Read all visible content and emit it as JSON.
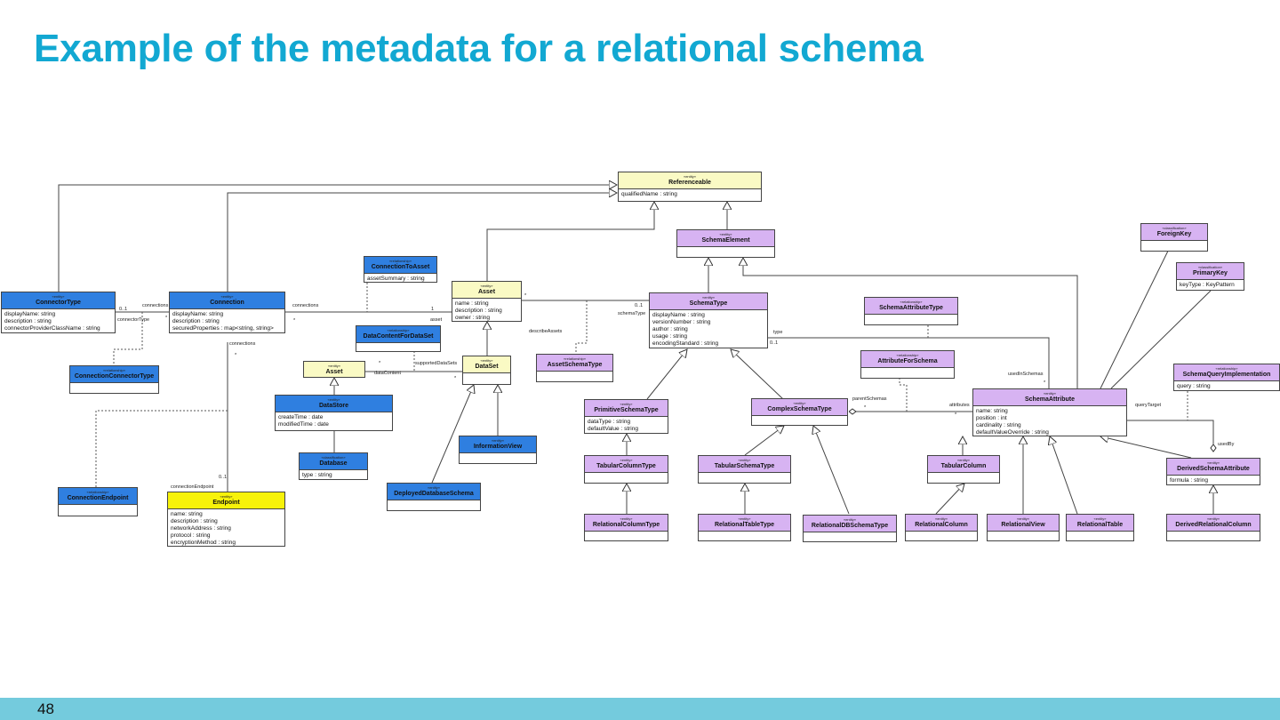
{
  "slide": {
    "title": "Example of the metadata for a relational schema",
    "page_number": "48"
  },
  "boxes": {
    "referenceable": {
      "stereo": "«entity»",
      "name": "Referenceable",
      "attrs": [
        "qualifiedName : string"
      ]
    },
    "schemaElement": {
      "stereo": "«entity»",
      "name": "SchemaElement",
      "attrs": []
    },
    "foreignKey": {
      "stereo": "«classification»",
      "name": "ForeignKey",
      "attrs": []
    },
    "primaryKey": {
      "stereo": "«classification»",
      "name": "PrimaryKey",
      "attrs": [
        "keyType : KeyPattern"
      ]
    },
    "connectionToAsset": {
      "stereo": "«relationship»",
      "name": "ConnectionToAsset",
      "attrs": [
        "assetSummary : string"
      ]
    },
    "connectorType": {
      "stereo": "«entity»",
      "name": "ConnectorType",
      "attrs": [
        "displayName: string",
        "description : string",
        "connectorProviderClassName : string"
      ]
    },
    "connection": {
      "stereo": "«entity»",
      "name": "Connection",
      "attrs": [
        "displayName: string",
        "description : string",
        "securedProperties : map<string, string>"
      ]
    },
    "asset1": {
      "stereo": "«entity»",
      "name": "Asset",
      "attrs": [
        "name : string",
        "description : string",
        "owner : string"
      ]
    },
    "schemaType": {
      "stereo": "«entity»",
      "name": "SchemaType",
      "attrs": [
        "displayName : string",
        "versionNumber : string",
        "author : string",
        "usage : string",
        "encodingStandard : string"
      ]
    },
    "schemaAttributeType": {
      "stereo": "«relationship»",
      "name": "SchemaAttributeType",
      "attrs": []
    },
    "dataContentForDataSet": {
      "stereo": "«relationship»",
      "name": "DataContentForDataSet",
      "attrs": []
    },
    "attributeForSchema": {
      "stereo": "«relationship»",
      "name": "AttributeForSchema",
      "attrs": []
    },
    "schemaQueryImplementation": {
      "stereo": "«relationship»",
      "name": "SchemaQueryImplementation",
      "attrs": [
        "query : string"
      ]
    },
    "connectionConnectorType": {
      "stereo": "«relationship»",
      "name": "ConnectionConnectorType",
      "attrs": []
    },
    "asset2": {
      "stereo": "«entity»",
      "name": "Asset",
      "attrs": []
    },
    "dataSet": {
      "stereo": "«entity»",
      "name": "DataSet",
      "attrs": []
    },
    "assetSchemaType": {
      "stereo": "«relationship»",
      "name": "AssetSchemaType",
      "attrs": []
    },
    "schemaAttribute": {
      "stereo": "«entity»",
      "name": "SchemaAttribute",
      "attrs": [
        "name: string",
        "position : int",
        "cardinality : string",
        "defaultValueOverride : string"
      ]
    },
    "dataStore": {
      "stereo": "«entity»",
      "name": "DataStore",
      "attrs": [
        "createTime : date",
        "modifiedTime : date"
      ]
    },
    "primitiveSchemaType": {
      "stereo": "«entity»",
      "name": "PrimitiveSchemaType",
      "attrs": [
        "dataType : string",
        "defaultValue : string"
      ]
    },
    "complexSchemaType": {
      "stereo": "«entity»",
      "name": "ComplexSchemaType",
      "attrs": []
    },
    "informationView": {
      "stereo": "«entity»",
      "name": "InformationView",
      "attrs": []
    },
    "database": {
      "stereo": "«classification»",
      "name": "Database",
      "attrs": [
        "type : string"
      ]
    },
    "tabularColumnType": {
      "stereo": "«entity»",
      "name": "TabularColumnType",
      "attrs": []
    },
    "tabularSchemaType": {
      "stereo": "«entity»",
      "name": "TabularSchemaType",
      "attrs": []
    },
    "tabularColumn": {
      "stereo": "«entity»",
      "name": "TabularColumn",
      "attrs": []
    },
    "derivedSchemaAttribute": {
      "stereo": "«entity»",
      "name": "DerivedSchemaAttribute",
      "attrs": [
        "formula : string"
      ]
    },
    "deployedDatabaseSchema": {
      "stereo": "«entity»",
      "name": "DeployedDatabaseSchema",
      "attrs": []
    },
    "connectionEndpoint": {
      "stereo": "«relationship»",
      "name": "ConnectionEndpoint",
      "attrs": []
    },
    "endpoint": {
      "stereo": "«entity»",
      "name": "Endpoint",
      "attrs": [
        "name: string",
        "description : string",
        "networkAddress : string",
        "protocol : string",
        "encryptionMethod : string"
      ]
    },
    "relationalColumnType": {
      "stereo": "«entity»",
      "name": "RelationalColumnType",
      "attrs": []
    },
    "relationalTableType": {
      "stereo": "«entity»",
      "name": "RelationalTableType",
      "attrs": []
    },
    "relationalDBSchemaType": {
      "stereo": "«entity»",
      "name": "RelationalDBSchemaType",
      "attrs": []
    },
    "relationalColumn": {
      "stereo": "«entity»",
      "name": "RelationalColumn",
      "attrs": []
    },
    "relationalView": {
      "stereo": "«entity»",
      "name": "RelationalView",
      "attrs": []
    },
    "relationalTable": {
      "stereo": "«entity»",
      "name": "RelationalTable",
      "attrs": []
    },
    "derivedRelationalColumn": {
      "stereo": "«entity»",
      "name": "DerivedRelationalColumn",
      "attrs": []
    }
  },
  "labels": {
    "connections1": "connections",
    "connections2": "connections",
    "connections3": "connections",
    "connectorType": "connectorType",
    "asset": "asset",
    "zeroOne1": "0..1",
    "zeroOne2": "0..1",
    "zeroOne3": "0..1",
    "zeroOne4": "0..1",
    "one": "1",
    "star1": "*",
    "star2": "*",
    "star3": "*",
    "star4": "*",
    "star5": "*",
    "star6": "*",
    "star7": "*",
    "star8": "*",
    "star9": "*",
    "schemaTypeRole": "schemaType",
    "describeAssets": "describeAssets",
    "supportedDataSets": "supportedDataSets",
    "dataContent": "dataContent",
    "type": "type",
    "usedInSchemas": "usedInSchemas",
    "parentSchemas": "parentSchemas",
    "attributes": "attributes",
    "queryTarget": "queryTarget",
    "usedBy": "usedBy",
    "connectionEndpoint": "connectionEndpoint"
  }
}
